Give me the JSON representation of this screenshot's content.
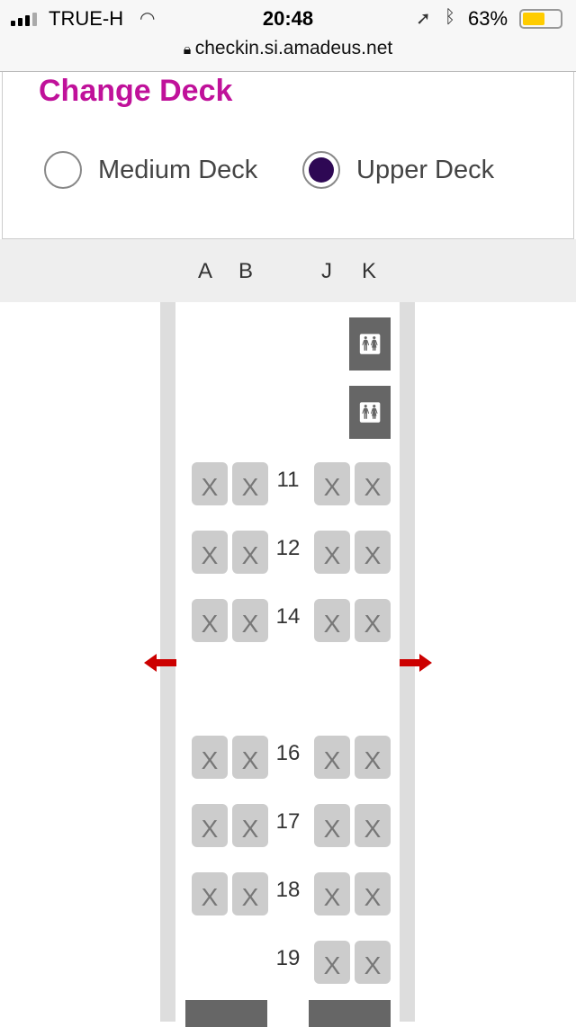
{
  "status_bar": {
    "carrier": "TRUE-H",
    "time": "20:48",
    "battery": "63%",
    "battery_level": 0.63,
    "url": "checkin.si.amadeus.net"
  },
  "deck": {
    "title": "Change Deck",
    "options": [
      {
        "label": "Medium Deck",
        "selected": false
      },
      {
        "label": "Upper Deck",
        "selected": true
      }
    ]
  },
  "columns": [
    "A",
    "B",
    "J",
    "K"
  ],
  "seat_mark": "X",
  "rows": [
    {
      "number": "11"
    },
    {
      "number": "12"
    },
    {
      "number": "14"
    },
    {
      "number": "16"
    },
    {
      "number": "17"
    },
    {
      "number": "18"
    },
    {
      "number": "19"
    }
  ],
  "colors": {
    "accent": "#c0119a",
    "selected_radio": "#2e0854",
    "exit_arrow": "#cc0000"
  }
}
